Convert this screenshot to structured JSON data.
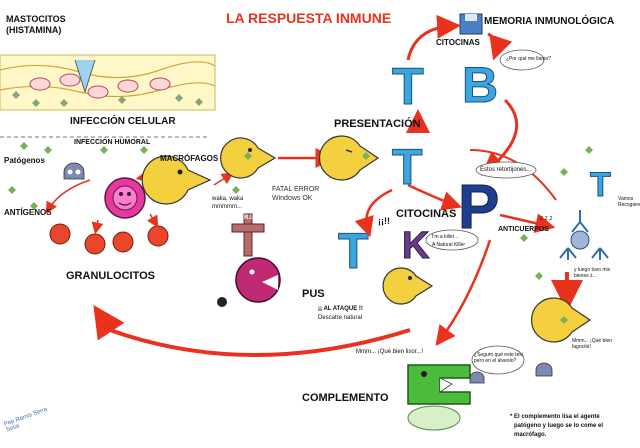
{
  "title": "LA RESPUESTA INMUNE",
  "labels": {
    "mastocitos": "MASTOCITOS",
    "histamina": "(HISTAMINA)",
    "infeccion_celular": "INFECCIÓN CELULAR",
    "infeccion_humoral": "INFECCIÓN HUMORAL",
    "patogenos": "Patógenos",
    "antigenos": "ANTÍGENOS",
    "macrofagos": "MACRÓFAGOS",
    "granulocitos": "GRANULOCITOS",
    "presentacion": "PRESENTACIÓN",
    "citocinas_top": "CITOCINAS",
    "citocinas_mid": "CITOCINAS",
    "memoria": "MEMORIA INMUNOLÓGICA",
    "anticuerpos": "ANTICUERPOS",
    "pus": "PUS",
    "complemento": "COMPLEMENTO",
    "fatal_error_1": "FATAL ERROR",
    "fatal_error_2": "Windows OK",
    "waka": "waka, waka",
    "mmm": "mmmmm...",
    "rip": "R.I.P",
    "letter_t": "T",
    "letter_b": "B",
    "letter_k": "K",
    "letter_p": "P"
  },
  "bubbles": {
    "por_que": "¿Por qué me llamo?",
    "estos": "Estos retortijones...",
    "killer_1": "I'm a killer...",
    "killer_2": "A Natural Killer",
    "al_ataque_1": "¡¡ AL ATAQUE !!",
    "al_ataque_2": "Descatre natural",
    "que_bien": "Mmm... ¡Qué bien lisor...!",
    "seguro": "¿Seguro qué este tesi pero en el alveolo?",
    "yo_sigo": "y luego tuvo mis bienes z...",
    "vamos": "Vamos Recogiendo",
    "mmm_que": "Mmm... ¡Qué bien fagocité!",
    "ahhh": "¡¡!!",
    "zzz": "z z z"
  },
  "note": {
    "line1": "* El complemento lisa el agente",
    "line2": "patógeno y luego se lo come el",
    "line3": "macrófago."
  },
  "signature": "Pep Ramis Serra Sesa"
}
